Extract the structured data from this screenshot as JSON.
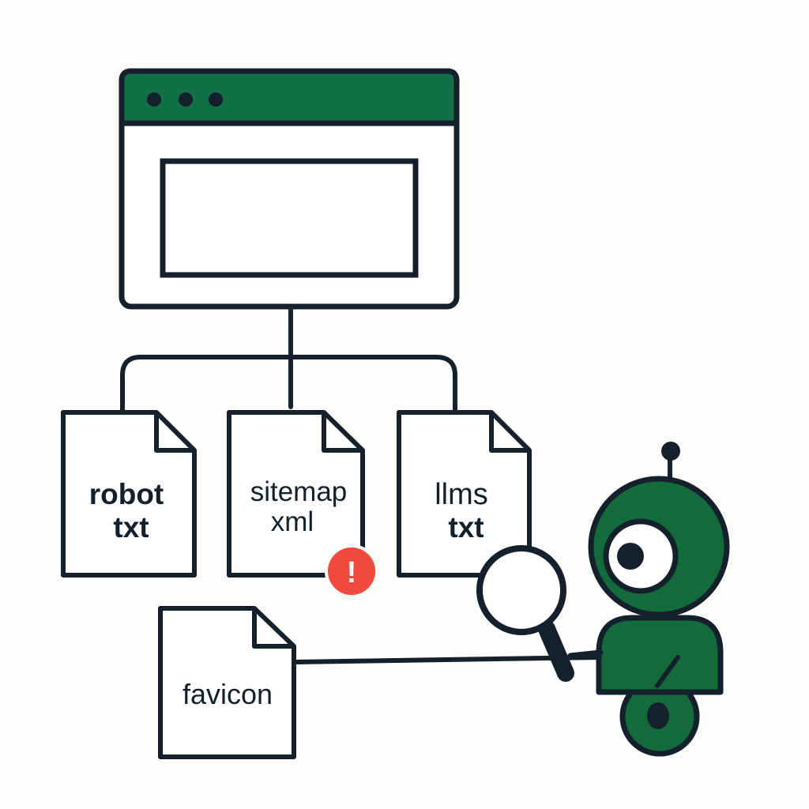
{
  "colors": {
    "outline": "#14202b",
    "brand_green": "#127048",
    "robot_green": "#136b3c",
    "alert_red": "#f04a3e",
    "background": "#fdfdfc",
    "paper": "#ffffff"
  },
  "files": {
    "robots": {
      "line1": "robot",
      "line2": "txt",
      "icon": "document-icon"
    },
    "sitemap": {
      "line1": "sitemap",
      "line2": "xml",
      "icon": "document-icon",
      "status": "alert-icon"
    },
    "llms": {
      "line1": "llms",
      "line2": "txt",
      "icon": "document-icon"
    },
    "favicon": {
      "line1": "favicon",
      "icon": "document-icon"
    }
  },
  "alert_badge": {
    "symbol": "!"
  },
  "icons": {
    "browser": "browser-window-icon",
    "magnifier": "magnifying-glass-icon",
    "robot": "robot-icon"
  }
}
